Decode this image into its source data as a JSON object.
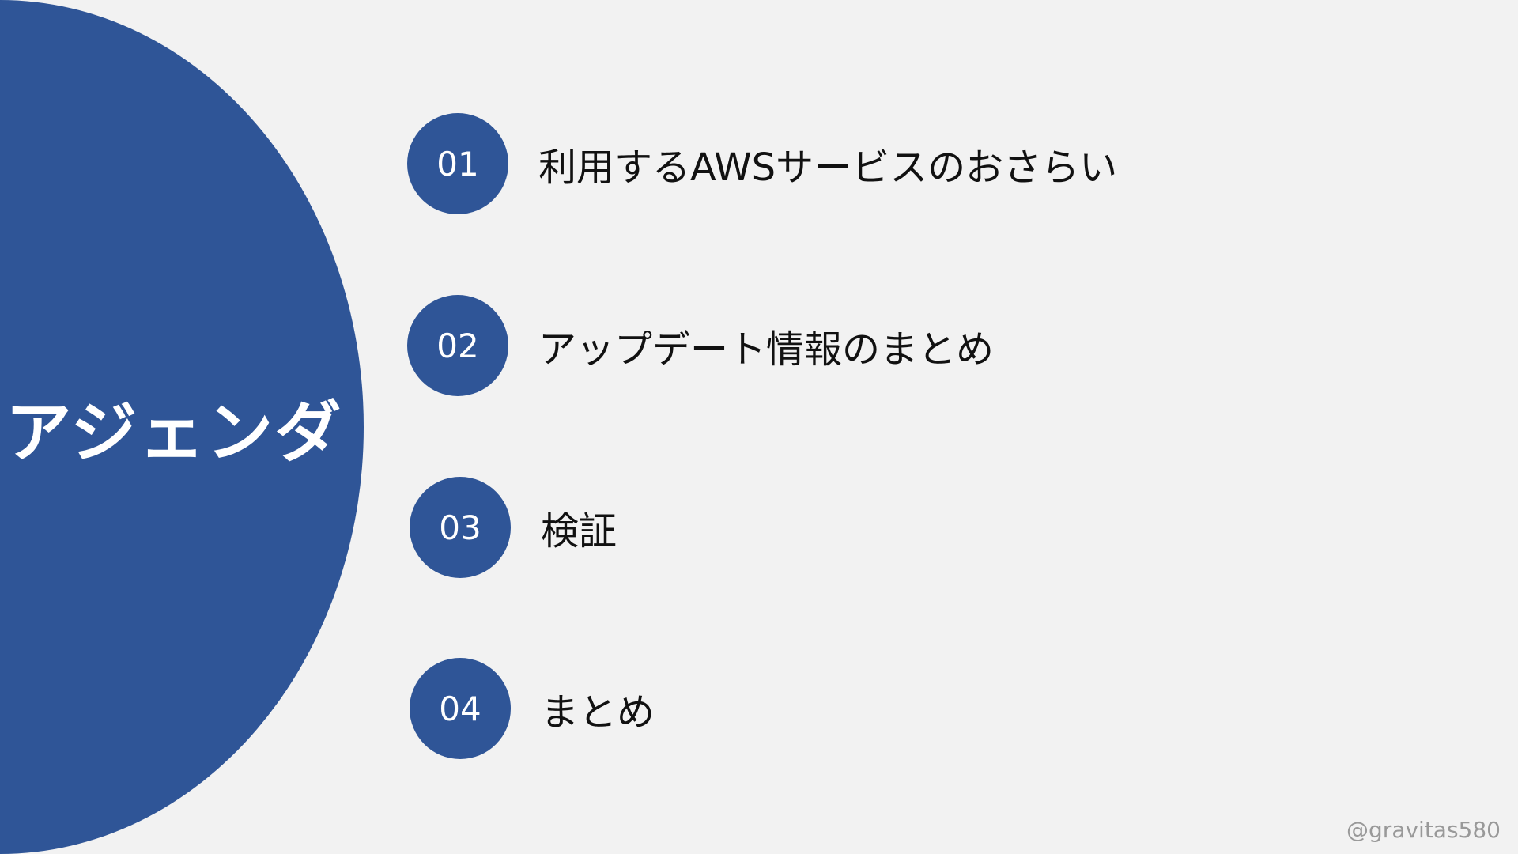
{
  "slide": {
    "title": "アジェンダ",
    "watermark": "@gravitas580",
    "colors": {
      "accent": "#2f5597",
      "background": "#f2f2f2",
      "text": "#111111",
      "watermark": "#999999"
    }
  },
  "agenda": {
    "items": [
      {
        "number": "01",
        "label": "利用するAWSサービスのおさらい"
      },
      {
        "number": "02",
        "label": "アップデート情報のまとめ"
      },
      {
        "number": "03",
        "label": "検証"
      },
      {
        "number": "04",
        "label": "まとめ"
      }
    ]
  }
}
